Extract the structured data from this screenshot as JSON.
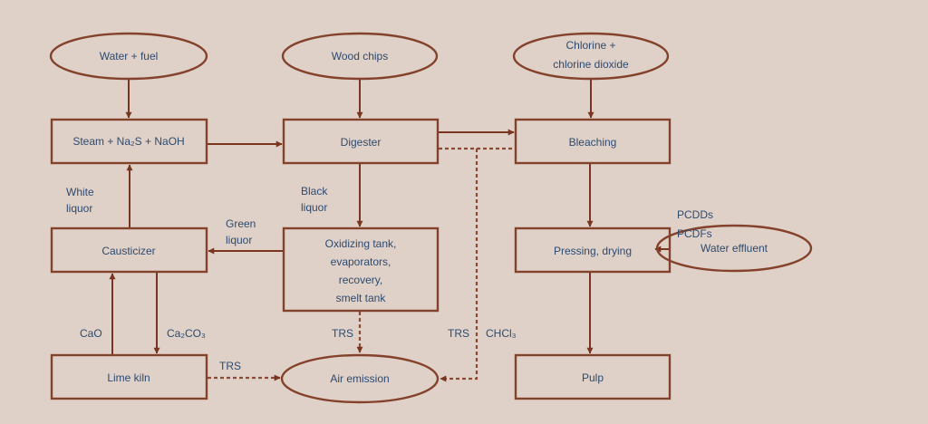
{
  "diagram": {
    "title": "Kraft pulp and paper process flow",
    "colors": {
      "background": "#dfd1c7",
      "line": "#7a3520",
      "text": "#2e4a70"
    },
    "nodes": {
      "water_fuel": {
        "shape": "ellipse",
        "lines": [
          "Water + fuel"
        ]
      },
      "wood_chips": {
        "shape": "ellipse",
        "lines": [
          "Wood chips"
        ]
      },
      "chlorine": {
        "shape": "ellipse",
        "lines": [
          "Chlorine +",
          "chlorine dioxide"
        ]
      },
      "steam": {
        "shape": "box",
        "lines": [
          "Steam + Na₂S + NaOH"
        ]
      },
      "digester": {
        "shape": "box",
        "lines": [
          "Digester"
        ]
      },
      "bleaching": {
        "shape": "box",
        "lines": [
          "Bleaching"
        ]
      },
      "causticizer": {
        "shape": "box",
        "lines": [
          "Causticizer"
        ]
      },
      "oxidizing": {
        "shape": "box",
        "lines": [
          "Oxidizing tank,",
          "evaporators,",
          "recovery,",
          "smelt tank"
        ]
      },
      "pressing": {
        "shape": "box",
        "lines": [
          "Pressing, drying"
        ]
      },
      "water_effluent": {
        "shape": "ellipse",
        "lines": [
          "Water effluent"
        ]
      },
      "lime_kiln": {
        "shape": "box",
        "lines": [
          "Lime kiln"
        ]
      },
      "air_emission": {
        "shape": "ellipse",
        "lines": [
          "Air emission"
        ]
      },
      "pulp": {
        "shape": "box",
        "lines": [
          "Pulp"
        ]
      }
    },
    "edges": [
      {
        "from": "water_fuel",
        "to": "steam",
        "style": "solid"
      },
      {
        "from": "wood_chips",
        "to": "digester",
        "style": "solid"
      },
      {
        "from": "chlorine",
        "to": "bleaching",
        "style": "solid"
      },
      {
        "from": "steam",
        "to": "digester",
        "style": "solid"
      },
      {
        "from": "digester",
        "to": "bleaching",
        "style": "solid"
      },
      {
        "from": "digester",
        "to": "oxidizing",
        "style": "solid",
        "label": [
          "Black",
          "liquor"
        ]
      },
      {
        "from": "oxidizing",
        "to": "causticizer",
        "style": "solid",
        "label": [
          "Green",
          "liquor"
        ]
      },
      {
        "from": "causticizer",
        "to": "steam",
        "style": "solid",
        "label": [
          "White",
          "liquor"
        ]
      },
      {
        "from": "causticizer",
        "to": "lime_kiln",
        "style": "solid",
        "label": [
          "Ca₂CO₃"
        ]
      },
      {
        "from": "lime_kiln",
        "to": "causticizer",
        "style": "solid",
        "label": [
          "CaO"
        ]
      },
      {
        "from": "bleaching",
        "to": "pressing",
        "style": "solid"
      },
      {
        "from": "pressing",
        "to": "water_effluent",
        "style": "solid",
        "label": [
          "PCDDs",
          "PCDFs"
        ]
      },
      {
        "from": "pressing",
        "to": "pulp",
        "style": "solid"
      },
      {
        "from": "lime_kiln",
        "to": "air_emission",
        "style": "dashed",
        "label": [
          "TRS"
        ]
      },
      {
        "from": "oxidizing",
        "to": "air_emission",
        "style": "dashed",
        "label": [
          "TRS"
        ]
      },
      {
        "from": "digester_bleaching",
        "to": "air_emission",
        "style": "dashed",
        "label": [
          "TRS",
          "CHCl₃"
        ]
      }
    ]
  }
}
